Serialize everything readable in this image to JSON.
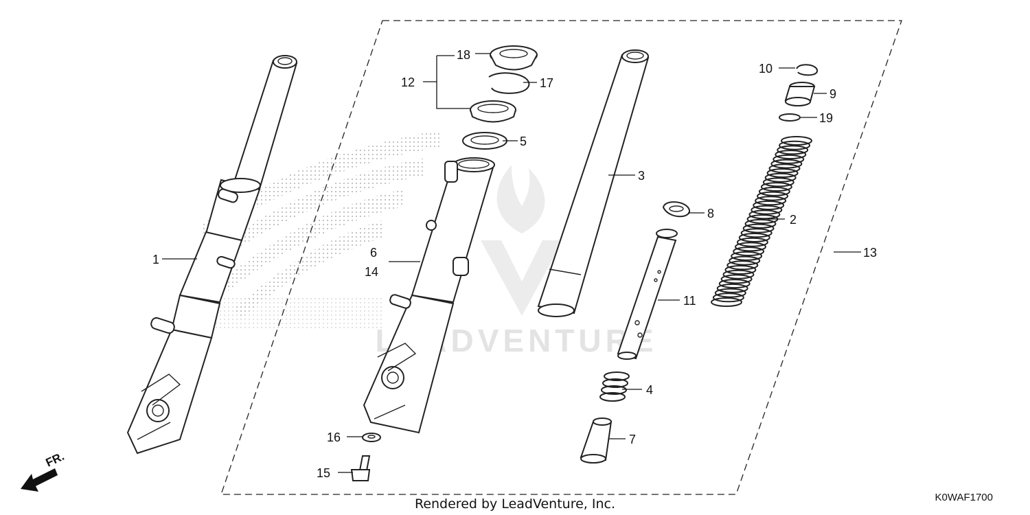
{
  "diagram": {
    "callouts": {
      "c1": "1",
      "c2": "2",
      "c3": "3",
      "c4": "4",
      "c5": "5",
      "c6": "6",
      "c7": "7",
      "c8": "8",
      "c9": "9",
      "c10": "10",
      "c11": "11",
      "c12": "12",
      "c13": "13",
      "c14": "14",
      "c15": "15",
      "c16": "16",
      "c17": "17",
      "c18": "18",
      "c19": "19"
    },
    "direction_label": "FR.",
    "footer_text": "Rendered by LeadVenture, Inc.",
    "diagram_code": "K0WAF1700",
    "watermark_text": "LEADVENTURE",
    "colors": {
      "line": "#222222",
      "background": "#ffffff",
      "watermark": "#e3e3e3"
    }
  }
}
